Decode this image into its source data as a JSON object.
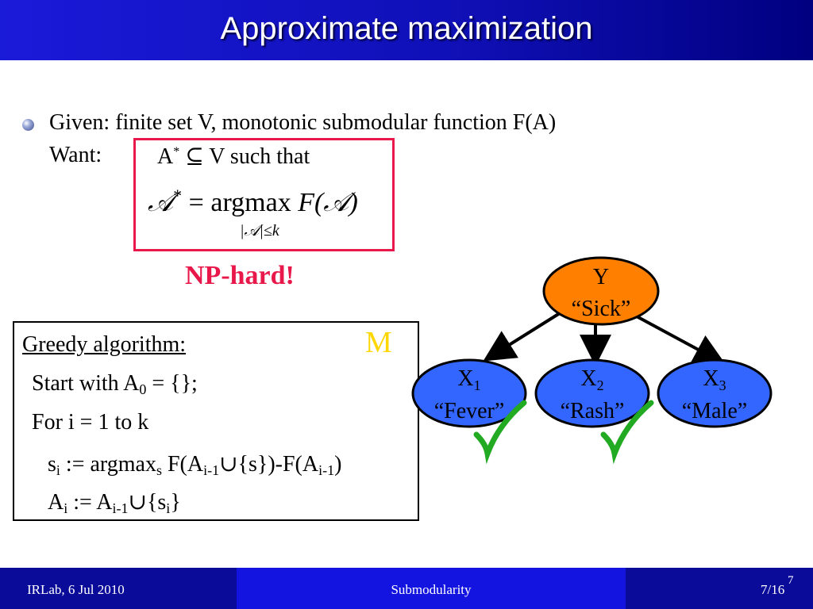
{
  "header": {
    "title": "Approximate maximization"
  },
  "given": {
    "line1": "Given: finite set V, monotonic submodular function F(A)",
    "want_label": "Want:",
    "want_a": "A",
    "want_star": "*",
    "want_subset": "⊆",
    "want_rest": "V such that"
  },
  "formula": {
    "lhs": "𝒜",
    "star": "*",
    "eq": "=",
    "argmax": "argmax",
    "rhs": "F(𝒜)",
    "constraint": "|𝒜|≤k"
  },
  "np_hard": "NP-hard!",
  "greedy": {
    "heading": "Greedy algorithm:",
    "marker": "M",
    "start_pre": "Start with A",
    "start_sub": "0",
    "start_post": " = {};",
    "for_line": "For i = 1 to k",
    "s_var": "s",
    "s_sub": "i",
    "s_mid": " := argmax",
    "s_sub2": "s",
    "s_f": " F(A",
    "s_sub3": "i-1",
    "s_union": "∪{s})-F(A",
    "s_sub4": "i-1",
    "s_end": ")",
    "a_var": "A",
    "a_sub": "i",
    "a_mid": " := A",
    "a_sub2": "i-1",
    "a_union": "∪{s",
    "a_sub3": "i",
    "a_end": "}"
  },
  "network": {
    "nodes": [
      {
        "name": "Y",
        "sub": "",
        "label": "“Sick”",
        "color": "#ff8000"
      },
      {
        "name": "X",
        "sub": "1",
        "label": "“Fever”",
        "color": "#3366ff"
      },
      {
        "name": "X",
        "sub": "2",
        "label": "“Rash”",
        "color": "#3366ff"
      },
      {
        "name": "X",
        "sub": "3",
        "label": "“Male”",
        "color": "#3366ff"
      }
    ],
    "check_color": "#22aa22"
  },
  "footer": {
    "left": "IRLab, 6 Jul 2010",
    "center": "Submodularity",
    "right": "7/16",
    "slide_number": "7"
  },
  "colors": {
    "title_bar": "#1010b8",
    "accent_red": "#e8194a",
    "marker_yellow": "#ffd700"
  }
}
